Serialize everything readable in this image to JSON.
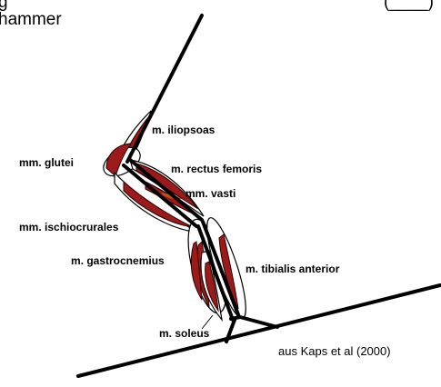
{
  "header": {
    "line1_fragment": "g",
    "line1_right_fragment": "(____)",
    "line2": "hammer"
  },
  "labels": {
    "iliopsoas": "m. iliopsoas",
    "glutei": "mm. glutei",
    "rectus_femoris": "m. rectus femoris",
    "vasti": "mm. vasti",
    "ischiocrurales": "mm. ischiocrurales",
    "gastrocnemius": "m. gastrocnemius",
    "tibialis_anterior": "m. tibialis anterior",
    "soleus": "m. soleus"
  },
  "source": "aus Kaps et al (2000)",
  "colors": {
    "muscle": "#9b1b1b",
    "vasti_accent": "#c0521f",
    "line": "#000000"
  }
}
